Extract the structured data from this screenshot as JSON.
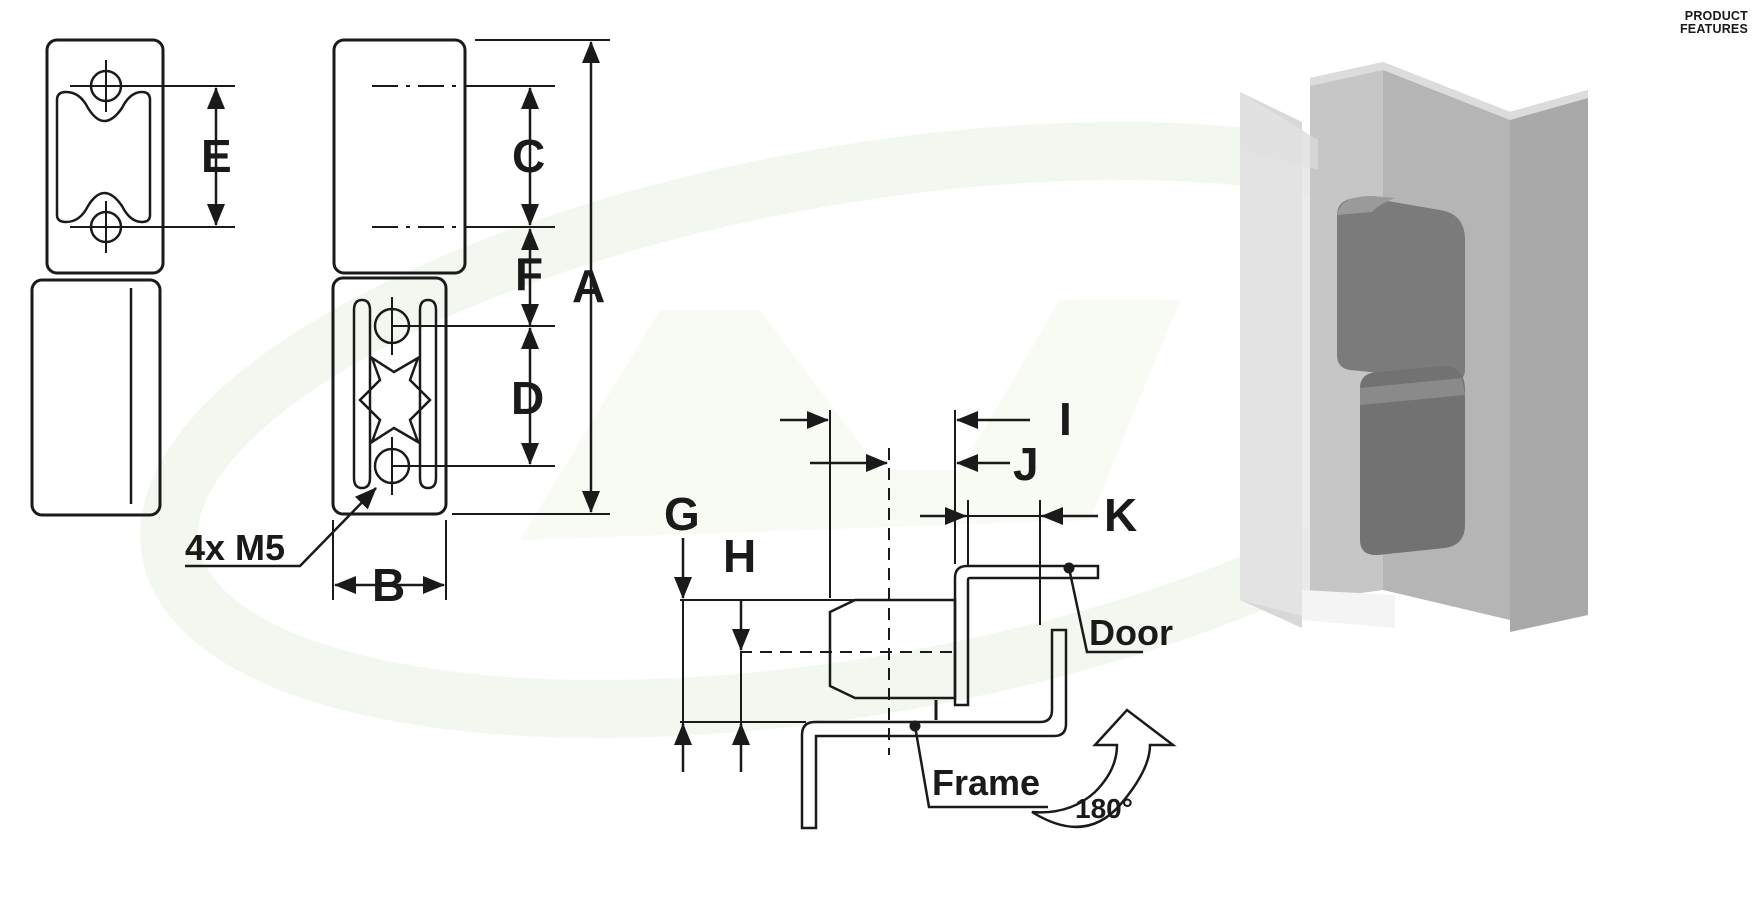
{
  "header": {
    "line1": "PRODUCT",
    "line2": "FEATURES"
  },
  "dimensions": {
    "A": "A",
    "B": "B",
    "C": "C",
    "D": "D",
    "E": "E",
    "F": "F",
    "G": "G",
    "H": "H",
    "I": "I",
    "J": "J",
    "K": "K"
  },
  "callouts": {
    "screws": "4x M5",
    "door": "Door",
    "frame": "Frame",
    "rotation": "180°"
  },
  "colors": {
    "line": "#1a1a1a",
    "watermark": "#eef6e8",
    "hinge_light": "#b7b7b7",
    "hinge_dark": "#6f6f6f"
  }
}
